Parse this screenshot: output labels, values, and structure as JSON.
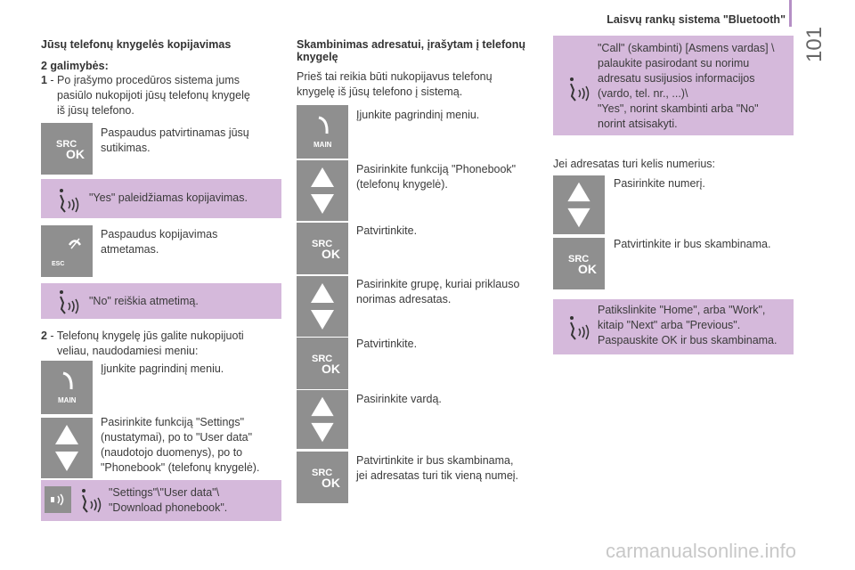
{
  "header": {
    "title": "Laisvų rankų sistema \"Bluetooth\"",
    "page_number": "101"
  },
  "col1": {
    "heading": "Jūsų telefonų knygelės kopijavimas",
    "options_title": "2 galimybės:",
    "option1_num": "1",
    "option1_line1": " - Po įrašymo procedūros sistema jums",
    "option1_line2": "pasiūlo nukopijoti jūsų telefonų knygelę",
    "option1_line3": "iš jūsų telefono.",
    "step_confirm_line1": "Paspaudus patvirtinamas jūsų",
    "step_confirm_line2": "sutikimas.",
    "voice_yes": "\"Yes\" paleidžiamas kopijavimas.",
    "step_reject_line1": "Paspaudus kopijavimas",
    "step_reject_line2": "atmetamas.",
    "voice_no": "\"No\" reiškia atmetimą.",
    "option2_num": "2",
    "option2_line1": " - Telefonų knygelę jūs galite nukopijuoti",
    "option2_line2": "veliau, naudodamiesi meniu:",
    "step_main": "Įjunkite pagrindinį meniu.",
    "step_settings_line1": "Pasirinkite funkciją \"Settings\"",
    "step_settings_line2": "(nustatymai), po to \"User data\"",
    "step_settings_line3": "(naudotojo duomenys), po to",
    "step_settings_line4": "\"Phonebook\" (telefonų knygelė).",
    "voice_settings_line1": "\"Settings\"\\\"User data\"\\",
    "voice_settings_line2": "\"Download phonebook\"."
  },
  "col2": {
    "heading_line1": "Skambinimas adresatui, įrašytam į telefonų",
    "heading_line2": "knygelę",
    "intro_line1": "Prieš tai reikia būti nukopijavus telefonų",
    "intro_line2": "knygelę iš jūsų telefono į sistemą.",
    "step1": "Įjunkite pagrindinį meniu.",
    "step2_line1": "Pasirinkite funkciją \"Phonebook\"",
    "step2_line2": "(telefonų knygelė).",
    "step3": "Patvirtinkite.",
    "step4_line1": "Pasirinkite grupę, kuriai priklauso",
    "step4_line2": "norimas adresatas.",
    "step5": "Patvirtinkite.",
    "step6": "Pasirinkite vardą.",
    "step7_line1": "Patvirtinkite ir bus skambinama,",
    "step7_line2": "jei adresatas turi tik vieną numeį."
  },
  "col3": {
    "voice_call_line1": "\"Call\" (skambinti) [Asmens vardas] \\",
    "voice_call_line2": "palaukite pasirodant su norimu",
    "voice_call_line3": "adresatu susijusios informacijos",
    "voice_call_line4": "(vardo, tel. nr., ...)\\",
    "voice_call_line5": "\"Yes\", norint skambinti arba \"No\"",
    "voice_call_line6": "norint atsisakyti.",
    "multi_numbers": "Jei adresatas turi kelis numerius:",
    "step_number": "Pasirinkite numerį.",
    "step_confirm_call": "Patvirtinkite ir bus skambinama.",
    "voice_home_line1": "Patikslinkite \"Home\", arba \"Work\",",
    "voice_home_line2": "kitaip \"Next\" arba \"Previous\".",
    "voice_home_line3": "Paspauskite OK ir bus skambinama."
  },
  "icons": {
    "src": "SRC",
    "ok": "OK",
    "main": "MAIN",
    "esc": "ESC"
  },
  "watermark": "carmanualsonline.info"
}
